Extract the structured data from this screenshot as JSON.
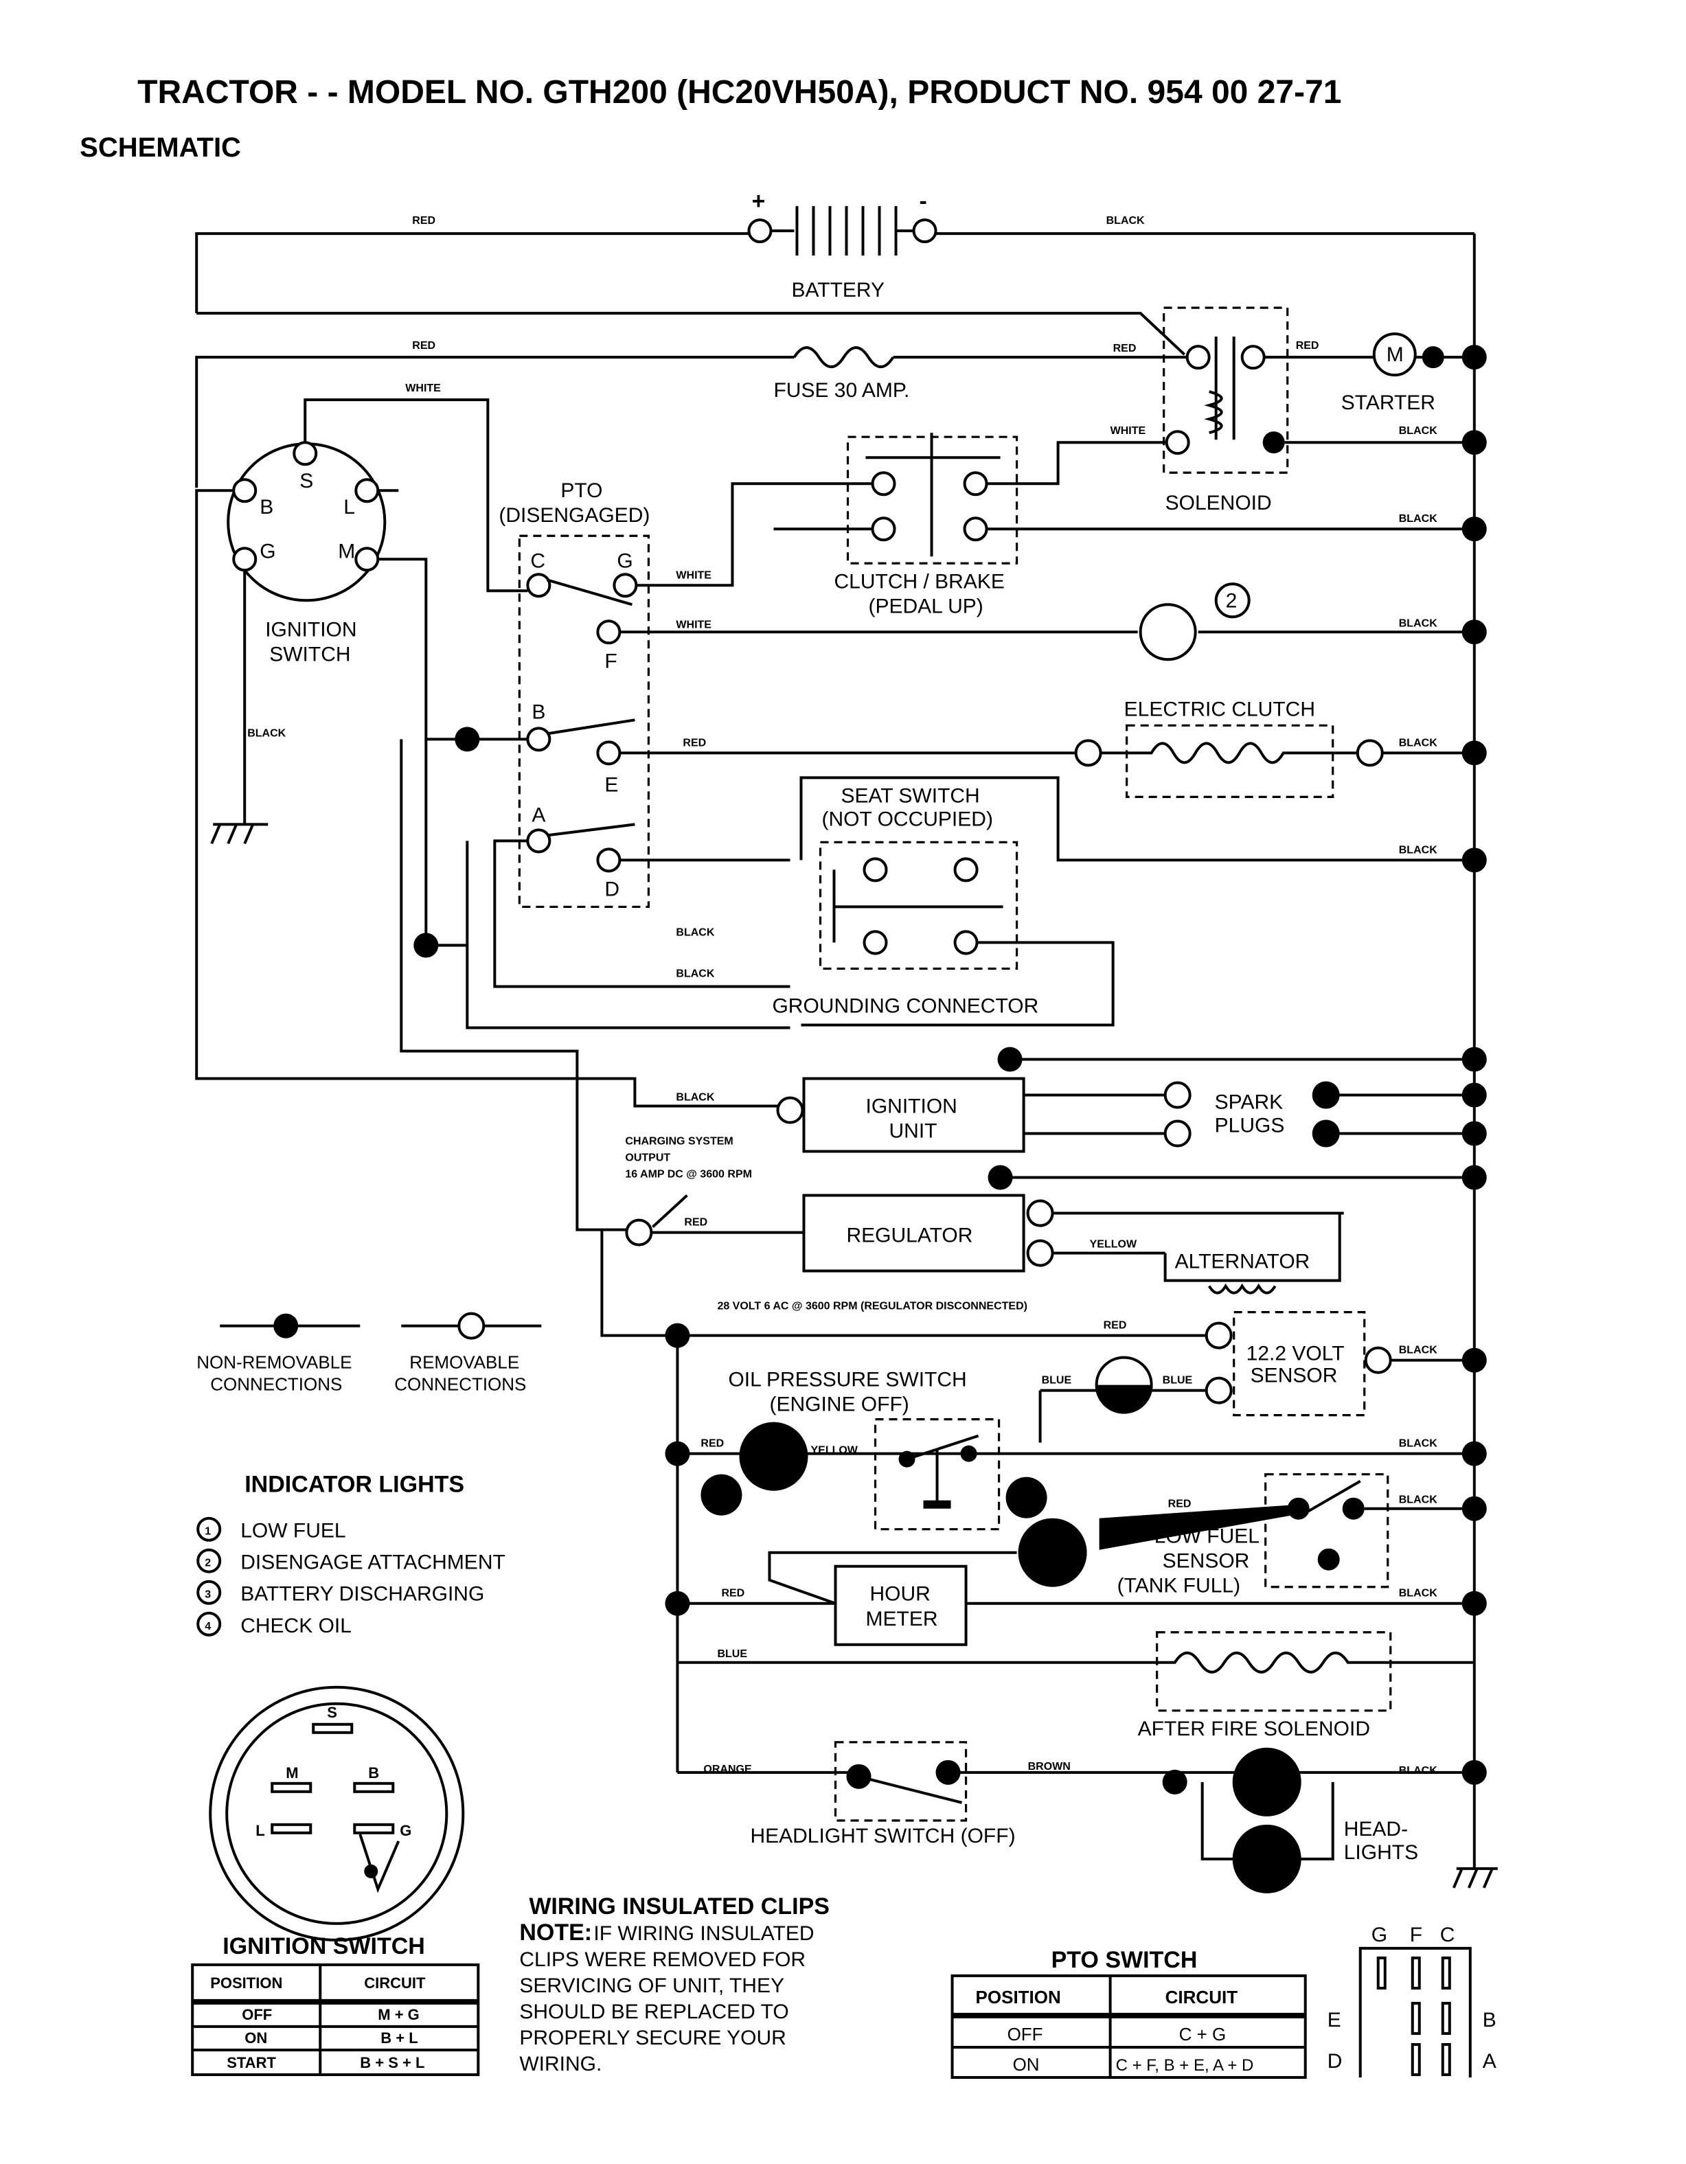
{
  "header": {
    "title": "TRACTOR - - MODEL NO. GTH200 (HC20VH50A), PRODUCT NO. 954 00 27-71",
    "subtitle": "SCHEMATIC"
  },
  "components": {
    "battery": "BATTERY",
    "battery_plus": "+",
    "battery_minus": "-",
    "fuse": "FUSE 30 AMP.",
    "solenoid": "SOLENOID",
    "starter": "STARTER",
    "starter_m": "M",
    "ignition_switch": [
      "IGNITION",
      "SWITCH"
    ],
    "ign_terminals": {
      "s": "S",
      "b": "B",
      "l": "L",
      "g": "G",
      "m": "M"
    },
    "pto": [
      "PTO",
      "(DISENGAGED)"
    ],
    "pto_terminals": {
      "c": "C",
      "g": "G",
      "f": "F",
      "b": "B",
      "e": "E",
      "a": "A",
      "d": "D"
    },
    "clutch_brake": [
      "CLUTCH / BRAKE",
      "(PEDAL UP)"
    ],
    "lamp_number": "2",
    "electric_clutch": "ELECTRIC CLUTCH",
    "seat_switch": [
      "SEAT SWITCH",
      "(NOT OCCUPIED)"
    ],
    "grounding_connector": "GROUNDING CONNECTOR",
    "ignition_unit": [
      "IGNITION",
      "UNIT"
    ],
    "spark_plugs": [
      "SPARK",
      "PLUGS"
    ],
    "charging_note": [
      "CHARGING SYSTEM",
      "OUTPUT",
      "16 AMP DC @ 3600 RPM"
    ],
    "regulator": "REGULATOR",
    "alternator": "ALTERNATOR",
    "ac_note": "28 VOLT 6 AC @ 3600 RPM (REGULATOR DISCONNECTED)",
    "volt_sensor": [
      "12.2 VOLT",
      "SENSOR"
    ],
    "oil_pressure": [
      "OIL PRESSURE SWITCH",
      "(ENGINE OFF)"
    ],
    "hour_meter": [
      "HOUR",
      "METER"
    ],
    "low_fuel_sensor": [
      "LOW FUEL",
      "SENSOR",
      "(TANK FULL)"
    ],
    "after_fire": "AFTER FIRE SOLENOID",
    "headlight_switch": "HEADLIGHT SWITCH (OFF)",
    "headlights": [
      "HEAD-",
      "LIGHTS"
    ]
  },
  "wires": {
    "red": "RED",
    "black": "BLACK",
    "white": "WHITE",
    "yellow": "YELLOW",
    "blue": "BLUE",
    "orange": "ORANGE",
    "brown": "BROWN"
  },
  "legend": {
    "non_removable": [
      "NON-REMOVABLE",
      "CONNECTIONS"
    ],
    "removable": [
      "REMOVABLE",
      "CONNECTIONS"
    ]
  },
  "indicator_lights": {
    "title": "INDICATOR LIGHTS",
    "items": [
      {
        "num": "1",
        "label": "LOW FUEL"
      },
      {
        "num": "2",
        "label": "DISENGAGE ATTACHMENT"
      },
      {
        "num": "3",
        "label": "BATTERY DISCHARGING"
      },
      {
        "num": "4",
        "label": "CHECK OIL"
      }
    ]
  },
  "ignition_switch_table": {
    "title": "IGNITION SWITCH",
    "headers": [
      "POSITION",
      "CIRCUIT"
    ],
    "rows": [
      [
        "OFF",
        "M + G"
      ],
      [
        "ON",
        "B + L"
      ],
      [
        "START",
        "B + S + L"
      ]
    ],
    "diagram_terminals": {
      "s": "S",
      "m": "M",
      "b": "B",
      "l": "L",
      "g": "G"
    }
  },
  "note": {
    "title": "WIRING INSULATED CLIPS",
    "lead": "NOTE:",
    "lines": [
      "IF WIRING INSULATED",
      "CLIPS WERE REMOVED FOR",
      "SERVICING OF UNIT, THEY",
      "SHOULD BE REPLACED TO",
      "PROPERLY SECURE YOUR",
      "WIRING."
    ]
  },
  "pto_switch_table": {
    "title": "PTO SWITCH",
    "headers": [
      "POSITION",
      "CIRCUIT"
    ],
    "rows": [
      [
        "OFF",
        "C + G"
      ],
      [
        "ON",
        "C + F, B + E, A + D"
      ]
    ],
    "connector_labels": {
      "top": [
        "G",
        "F",
        "C"
      ],
      "e": "E",
      "d": "D",
      "b": "B",
      "a": "A"
    }
  }
}
